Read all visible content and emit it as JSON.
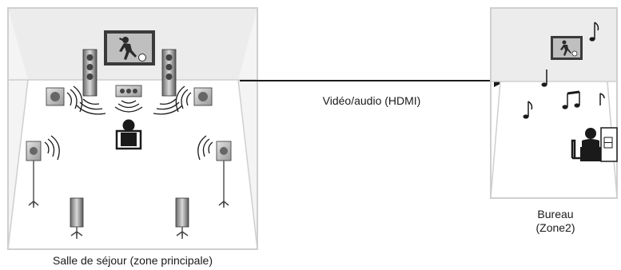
{
  "labels": {
    "main_room": "Salle de séjour (zone principale)",
    "connection": "Vidéo/audio (HDMI)",
    "zone2_room_line1": "Bureau",
    "zone2_room_line2": "(Zone2)"
  },
  "colors": {
    "room_wall": "#ececec",
    "room_outline": "#cfcfcf",
    "speaker_dark": "#555555",
    "speaker_light": "#bdbdbd",
    "arrow": "#1a1a1a"
  },
  "icons": {
    "tv": "tv-icon",
    "speaker": "speaker-icon",
    "listener": "listener-icon",
    "music_note": "music-note-icon"
  }
}
